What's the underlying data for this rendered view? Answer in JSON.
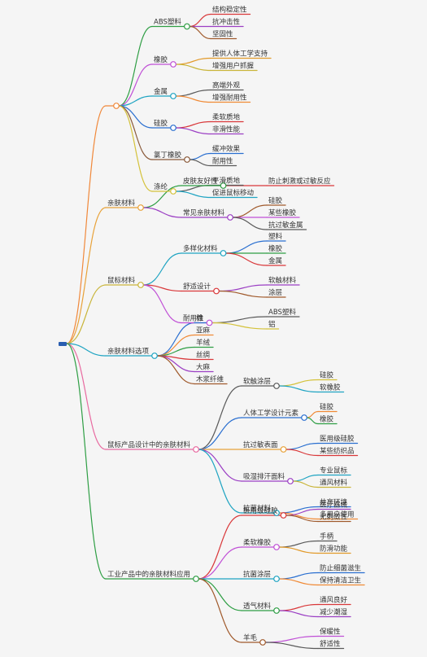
{
  "root": {
    "label": ""
  },
  "branches": [
    {
      "label": "",
      "color": "#f0883a",
      "children": [
        {
          "label": "ABS塑料",
          "color": "#2e9e44",
          "children": [
            {
              "label": "结构稳定性",
              "color": "#d9383a"
            },
            {
              "label": "抗冲击性",
              "color": "#9b3fc4"
            },
            {
              "label": "坚固性",
              "color": "#a05a2c"
            }
          ]
        },
        {
          "label": "橡胶",
          "color": "#c050d6",
          "children": [
            {
              "label": "提供人体工学支持",
              "color": "#e29a2a"
            },
            {
              "label": "增强用户抓握",
              "color": "#c9b53a"
            }
          ]
        },
        {
          "label": "金属",
          "color": "#1fa4c2",
          "children": [
            {
              "label": "高端外观",
              "color": "#5a5a5a"
            },
            {
              "label": "增强耐用性",
              "color": "#f08a36"
            }
          ]
        },
        {
          "label": "硅胶",
          "color": "#2a6fd0",
          "children": [
            {
              "label": "柔软质地",
              "color": "#d9383a"
            },
            {
              "label": "非滑性能",
              "color": "#9b3fc4"
            }
          ]
        },
        {
          "label": "氯丁橡胶",
          "color": "#8a5a3a",
          "children": [
            {
              "label": "缓冲效果",
              "color": "#2a6fd0"
            },
            {
              "label": "耐用性",
              "color": "#5a5a5a"
            }
          ]
        },
        {
          "label": "涤纶",
          "color": "#d4c23a",
          "children": [
            {
              "label": "平滑质地",
              "color": "#5a5a5a"
            },
            {
              "label": "促进鼠标移动",
              "color": "#1fa4c2"
            }
          ]
        }
      ]
    },
    {
      "label": "亲肤材料",
      "color": "#e8a23a",
      "children": [
        {
          "label": "皮肤友好性",
          "color": "#2e9e44",
          "children": [
            {
              "label": "防止刺激或过敏反应",
              "color": "#d9383a"
            }
          ]
        },
        {
          "label": "常见亲肤材料",
          "color": "#9b3fc4",
          "children": [
            {
              "label": "硅胶",
              "color": "#a05a2c"
            },
            {
              "label": "某些橡胶",
              "color": "#c050d6"
            },
            {
              "label": "抗过敏金属",
              "color": "#5a5a5a"
            }
          ]
        }
      ]
    },
    {
      "label": "鼠标材料",
      "color": "#c9b53a",
      "children": [
        {
          "label": "多样化材料",
          "color": "#1fa4c2",
          "children": [
            {
              "label": "塑料",
              "color": "#2a6fd0"
            },
            {
              "label": "橡胶",
              "color": "#2e9e44"
            },
            {
              "label": "金属",
              "color": "#d9383a"
            }
          ]
        },
        {
          "label": "舒适设计",
          "color": "#d9383a",
          "children": [
            {
              "label": "软触材料",
              "color": "#9b3fc4"
            },
            {
              "label": "涂层",
              "color": "#a05a2c"
            }
          ]
        },
        {
          "label": "耐用性",
          "color": "#c050d6",
          "children": [
            {
              "label": "ABS塑料",
              "color": "#5a5a5a"
            },
            {
              "label": "铝",
              "color": "#d4c23a"
            }
          ]
        }
      ]
    },
    {
      "label": "亲肤材料选项",
      "color": "#1fa4c2",
      "children": [
        {
          "label": "棉",
          "color": "#2a6fd0"
        },
        {
          "label": "亚麻",
          "color": "#f08a36"
        },
        {
          "label": "羊绒",
          "color": "#2e9e44"
        },
        {
          "label": "丝绸",
          "color": "#d9383a"
        },
        {
          "label": "大麻",
          "color": "#9b3fc4"
        },
        {
          "label": "木浆纤维",
          "color": "#a05a2c"
        }
      ]
    },
    {
      "label": "鼠标产品设计中的亲肤材料",
      "color": "#e86aa0",
      "children": [
        {
          "label": "软触涂层",
          "color": "#5a5a5a",
          "children": [
            {
              "label": "硅胶",
              "color": "#d4c23a"
            },
            {
              "label": "软橡胶",
              "color": "#1fa4c2"
            }
          ]
        },
        {
          "label": "人体工学设计元素",
          "color": "#2a6fd0",
          "children": [
            {
              "label": "硅胶",
              "color": "#f08a36"
            },
            {
              "label": "橡胶",
              "color": "#2e9e44"
            }
          ]
        },
        {
          "label": "抗过敏表面",
          "color": "#e8a23a",
          "children": [
            {
              "label": "医用级硅胶",
              "color": "#2a6fd0"
            },
            {
              "label": "某些纺织品",
              "color": "#d9383a"
            }
          ]
        },
        {
          "label": "吸湿排汗面料",
          "color": "#9b3fc4",
          "children": [
            {
              "label": "专业鼠标",
              "color": "#1fa4c2"
            },
            {
              "label": "通风材料",
              "color": "#c9b53a"
            }
          ]
        },
        {
          "label": "抗菌材料",
          "color": "#1fa4c2",
          "children": [
            {
              "label": "共享环境",
              "color": "#2a6fd0"
            },
            {
              "label": "多用户使用",
              "color": "#f08a36"
            }
          ]
        }
      ]
    },
    {
      "label": "工业产品中的亲肤材料应用",
      "color": "#2e9e44",
      "children": [
        {
          "label": "医用级硅胶",
          "color": "#d9383a",
          "children": [
            {
              "label": "医疗器械",
              "color": "#9b3fc4"
            },
            {
              "label": "无刺激性",
              "color": "#a05a2c"
            }
          ]
        },
        {
          "label": "柔软橡胶",
          "color": "#c050d6",
          "children": [
            {
              "label": "手柄",
              "color": "#5a5a5a"
            },
            {
              "label": "防滑功能",
              "color": "#e29a2a"
            }
          ]
        },
        {
          "label": "抗菌涂层",
          "color": "#1fa4c2",
          "children": [
            {
              "label": "防止细菌滋生",
              "color": "#2a6fd0"
            },
            {
              "label": "保持清洁卫生",
              "color": "#f08a36"
            }
          ]
        },
        {
          "label": "透气材料",
          "color": "#2e9e44",
          "children": [
            {
              "label": "通风良好",
              "color": "#d9383a"
            },
            {
              "label": "减少潮湿",
              "color": "#9b3fc4"
            }
          ]
        },
        {
          "label": "羊毛",
          "color": "#a05a2c",
          "children": [
            {
              "label": "保暖性",
              "color": "#c050d6"
            },
            {
              "label": "舒适性",
              "color": "#5a5a5a"
            }
          ]
        }
      ]
    }
  ]
}
